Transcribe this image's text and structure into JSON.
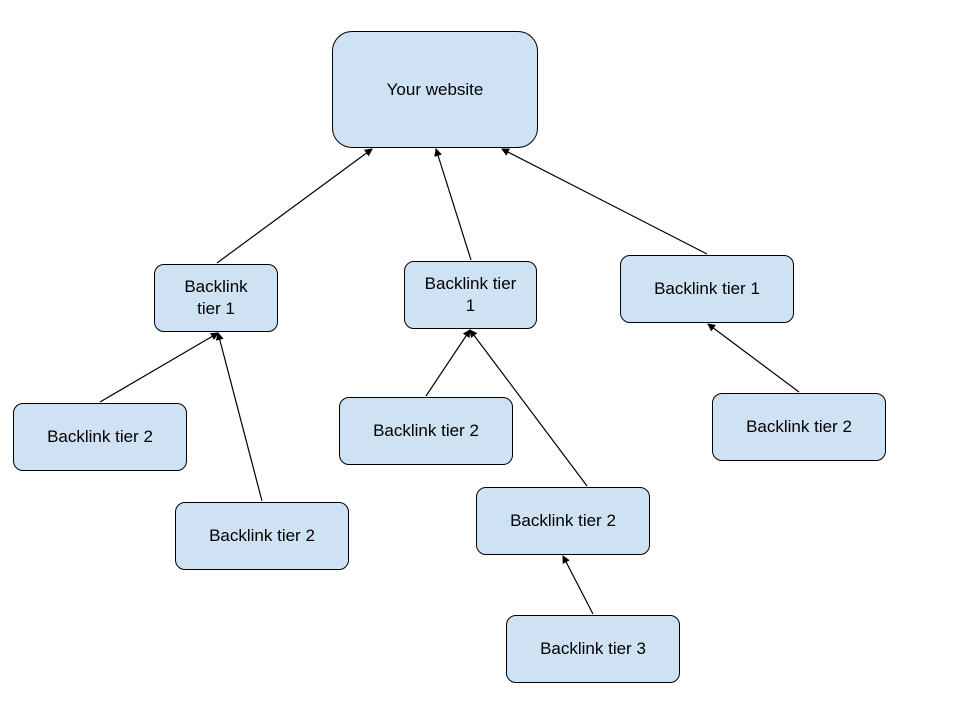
{
  "colors": {
    "node_fill": "#cfe2f3",
    "node_border": "#000000",
    "edge": "#000000"
  },
  "nodes": {
    "website": {
      "label": "Your website"
    },
    "t1_left": {
      "label": "Backlink\ntier 1"
    },
    "t1_mid": {
      "label": "Backlink tier\n1"
    },
    "t1_right": {
      "label": "Backlink tier 1"
    },
    "t2_ll": {
      "label": "Backlink tier 2"
    },
    "t2_lr": {
      "label": "Backlink tier 2"
    },
    "t2_ml": {
      "label": "Backlink tier 2"
    },
    "t2_mr": {
      "label": "Backlink tier 2"
    },
    "t2_r": {
      "label": "Backlink tier 2"
    },
    "t3": {
      "label": "Backlink tier 3"
    }
  },
  "edges": [
    {
      "from": "t1_left",
      "to": "website"
    },
    {
      "from": "t1_mid",
      "to": "website"
    },
    {
      "from": "t1_right",
      "to": "website"
    },
    {
      "from": "t2_ll",
      "to": "t1_left"
    },
    {
      "from": "t2_lr",
      "to": "t1_left"
    },
    {
      "from": "t2_ml",
      "to": "t1_mid"
    },
    {
      "from": "t2_mr",
      "to": "t1_mid"
    },
    {
      "from": "t2_r",
      "to": "t1_right"
    },
    {
      "from": "t3",
      "to": "t2_mr"
    }
  ]
}
